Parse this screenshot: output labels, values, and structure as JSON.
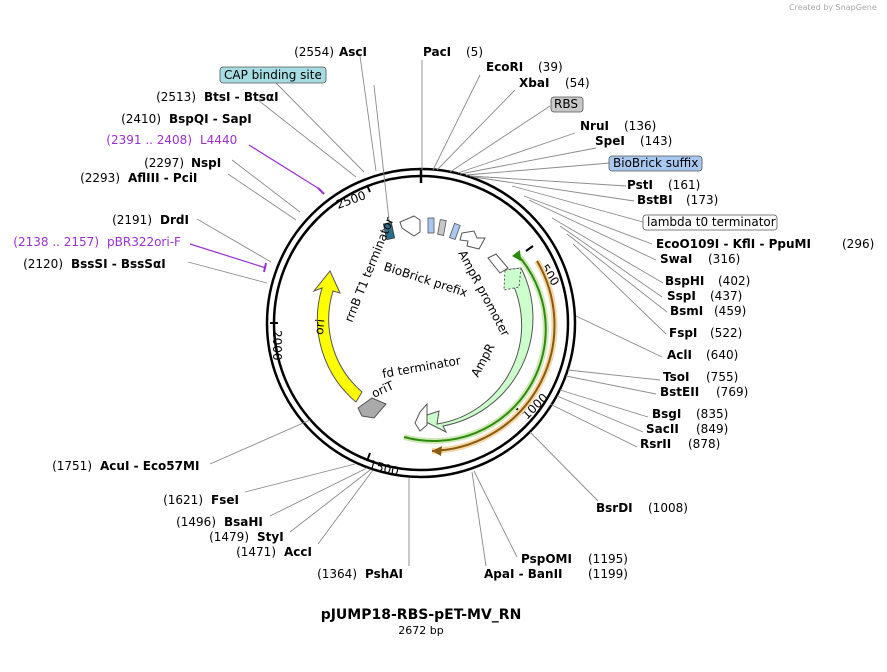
{
  "credit": "Created by SnapGene",
  "plasmid": {
    "name": "pJUMP18-RBS-pET-MV_RN",
    "length_label": "2672 bp"
  },
  "ticks": [
    "500",
    "1000",
    "1500",
    "2000",
    "2500"
  ],
  "sites_right": [
    {
      "name": "PacI",
      "pos": "(5)"
    },
    {
      "name": "EcoRI",
      "pos": "(39)"
    },
    {
      "name": "XbaI",
      "pos": "(54)"
    },
    {
      "name": "NruI",
      "pos": "(136)"
    },
    {
      "name": "SpeI",
      "pos": "(143)"
    },
    {
      "name": "PstI",
      "pos": "(161)"
    },
    {
      "name": "BstBI",
      "pos": "(173)"
    },
    {
      "name": "EcoO109I - KflI - PpuMI",
      "pos": "(296)"
    },
    {
      "name": "SwaI",
      "pos": "(316)"
    },
    {
      "name": "BspHI",
      "pos": "(402)"
    },
    {
      "name": "SspI",
      "pos": "(437)"
    },
    {
      "name": "BsmI",
      "pos": "(459)"
    },
    {
      "name": "FspI",
      "pos": "(522)"
    },
    {
      "name": "AclI",
      "pos": "(640)"
    },
    {
      "name": "TsoI",
      "pos": "(755)"
    },
    {
      "name": "BstEII",
      "pos": "(769)"
    },
    {
      "name": "BsgI",
      "pos": "(835)"
    },
    {
      "name": "SacII",
      "pos": "(849)"
    },
    {
      "name": "RsrII",
      "pos": "(878)"
    },
    {
      "name": "BsrDI",
      "pos": "(1008)"
    },
    {
      "name": "PspOMI",
      "pos": "(1195)"
    },
    {
      "name": "ApaI - BanII",
      "pos": "(1199)"
    }
  ],
  "sites_left": [
    {
      "name": "AscI",
      "pos": "(2554)"
    },
    {
      "name": "BtsI - BtsαI",
      "pos": "(2513)"
    },
    {
      "name": "BspQI - SapI",
      "pos": "(2410)"
    },
    {
      "name": "NspI",
      "pos": "(2297)"
    },
    {
      "name": "AflIII - PciI",
      "pos": "(2293)"
    },
    {
      "name": "DrdI",
      "pos": "(2191)"
    },
    {
      "name": "BssSI - BssSαI",
      "pos": "(2120)"
    },
    {
      "name": "AcuI - Eco57MI",
      "pos": "(1751)"
    },
    {
      "name": "FseI",
      "pos": "(1621)"
    },
    {
      "name": "BsaHI",
      "pos": "(1496)"
    },
    {
      "name": "StyI",
      "pos": "(1479)"
    },
    {
      "name": "AccI",
      "pos": "(1471)"
    },
    {
      "name": "PshAI",
      "pos": "(1364)"
    }
  ],
  "primers": [
    {
      "name": "L4440",
      "pos": "(2391 .. 2408)"
    },
    {
      "name": "pBR322ori-F",
      "pos": "(2138 .. 2157)"
    }
  ],
  "feature_boxes": [
    {
      "label": "CAP binding site",
      "color": "#a6dde3"
    },
    {
      "label": "RBS",
      "color": "#c8c8c8"
    },
    {
      "label": "BioBrick suffix",
      "color": "#a9c8f0"
    },
    {
      "label": "lambda t0 terminator",
      "color": "#ffffff"
    }
  ],
  "features": {
    "rrnb": "rrnB T1 terminator",
    "biobrick_prefix": "BioBrick prefix",
    "ampr_promoter": "AmpR promoter",
    "ampr": "AmpR",
    "ori": "ori",
    "fd": "fd terminator",
    "orit": "oriT"
  },
  "colors": {
    "ori": "#ffff00",
    "ampr": "#ccffcc",
    "orf_green": "#2e8b0c",
    "orf_orange": "#e8a54b",
    "primer": "#9b30d0",
    "terminator": "#2a6e8a"
  }
}
